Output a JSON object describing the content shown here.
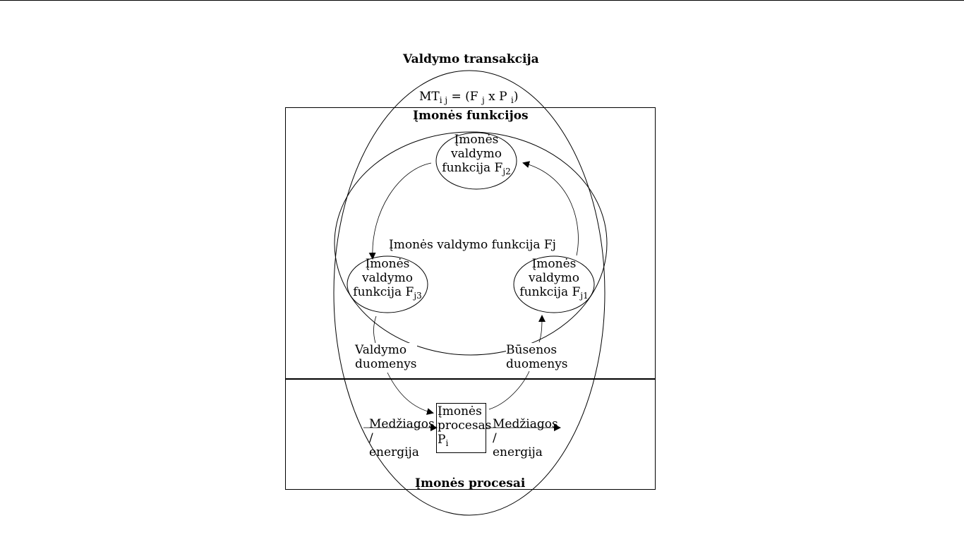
{
  "title": "Valdymo transakcija",
  "formula": {
    "prefix": "MT",
    "prefix_sub": "i j",
    "eq": " = (F ",
    "f_sub": "j",
    "mid": " x P ",
    "p_sub": "i",
    "end": ")"
  },
  "functions_box": {
    "label": "Įmonės funkcijos"
  },
  "processes_box": {
    "label": "Įmonės procesai"
  },
  "central_function": {
    "label": "Įmonės valdymo funkcija Fj"
  },
  "function_f2": {
    "line1": "Įmonės",
    "line2": "valdymo",
    "line3": "funkcija F",
    "sub": "j2"
  },
  "function_f3": {
    "line1": "Įmonės",
    "line2": "valdymo",
    "line3": "funkcija F",
    "sub": "j3"
  },
  "function_f1": {
    "line1": "Įmonės",
    "line2": "valdymo",
    "line3": "funkcija F",
    "sub": "j1"
  },
  "control_data": {
    "line1": "Valdymo",
    "line2": "duomenys"
  },
  "state_data": {
    "line1": "Būsenos",
    "line2": "duomenys"
  },
  "process": {
    "line1": "Įmonės",
    "line2": "procesas",
    "line3": "P",
    "sub": "i"
  },
  "input_flow": {
    "line1": "Medžiagos",
    "line2": "/",
    "line3": "energija"
  },
  "output_flow": {
    "line1": "Medžiagos",
    "line2": "/",
    "line3": "energija"
  }
}
